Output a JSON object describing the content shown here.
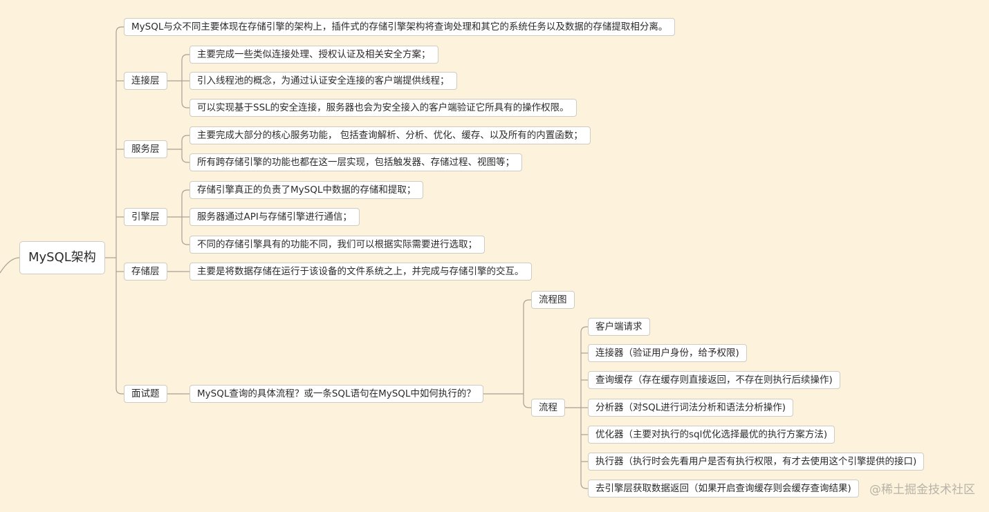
{
  "mindmap": {
    "root": "MySQL架构",
    "intro": "MySQL与众不同主要体现在存储引擎的架构上，插件式的存储引擎架构将查询处理和其它的系统任务以及数据的存储提取相分离。",
    "connection_layer": {
      "label": "连接层",
      "items": [
        "主要完成一些类似连接处理、授权认证及相关安全方案；",
        "引入线程池的概念，为通过认证安全连接的客户端提供线程；",
        "可以实现基于SSL的安全连接，服务器也会为安全接入的客户端验证它所具有的操作权限。"
      ]
    },
    "service_layer": {
      "label": "服务层",
      "items": [
        "主要完成大部分的核心服务功能， 包括查询解析、分析、优化、缓存、以及所有的内置函数；",
        "所有跨存储引擎的功能也都在这一层实现，包括触发器、存储过程、视图等；"
      ]
    },
    "engine_layer": {
      "label": "引擎层",
      "items": [
        "存储引擎真正的负责了MySQL中数据的存储和提取；",
        "服务器通过API与存储引擎进行通信；",
        "不同的存储引擎具有的功能不同，我们可以根据实际需要进行选取；"
      ]
    },
    "storage_layer": {
      "label": "存储层",
      "items": [
        "主要是将数据存储在运行于该设备的文件系统之上，并完成与存储引擎的交互。"
      ]
    },
    "interview": {
      "label": "面试题",
      "question": "MySQL查询的具体流程？或一条SQL语句在MySQL中如何执行的？",
      "flowchart_label": "流程图",
      "process_label": "流程",
      "steps": [
        "客户端请求",
        "连接器（验证用户身份，给予权限)",
        "查询缓存（存在缓存则直接返回，不存在则执行后续操作)",
        "分析器（对SQL进行词法分析和语法分析操作)",
        "优化器（主要对执行的sql优化选择最优的执行方案方法)",
        "执行器（执行时会先看用户是否有执行权限，有才去使用这个引擎提供的接口)",
        "去引擎层获取数据返回（如果开启查询缓存则会缓存查询结果)"
      ]
    }
  },
  "watermark": "@稀土掘金技术社区",
  "colors": {
    "background": "#fdf3dc",
    "node_fill": "#ffffff",
    "node_border": "#cfcbc2",
    "connector": "#a89f94"
  }
}
